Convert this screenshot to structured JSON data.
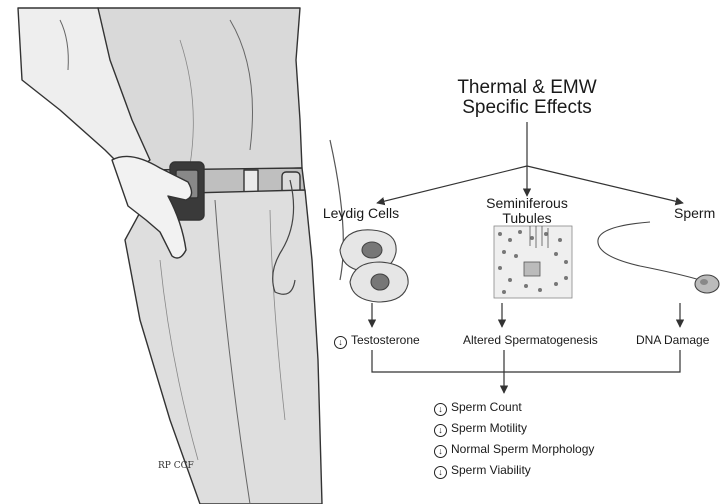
{
  "title": {
    "line1": "Thermal & EMW",
    "line2": "Specific Effects"
  },
  "targets": [
    {
      "line1": "Leydig Cells",
      "line2": ""
    },
    {
      "line1": "Seminiferous",
      "line2": "Tubules"
    },
    {
      "line1": "Sperm",
      "line2": ""
    }
  ],
  "effects": [
    {
      "symbol": "↓",
      "text": "Testosterone"
    },
    {
      "symbol": "",
      "text": "Altered Spermatogenesis"
    },
    {
      "symbol": "",
      "text": "DNA Damage"
    }
  ],
  "outcomes": [
    {
      "symbol": "↓",
      "text": "Sperm Count"
    },
    {
      "symbol": "↓",
      "text": "Sperm Motility"
    },
    {
      "symbol": "↓",
      "text": "Normal Sperm Morphology"
    },
    {
      "symbol": "↓",
      "text": "Sperm Viability"
    }
  ],
  "illustration": {
    "subject": "man with cell phone in holster on belt",
    "artist_signature": "RP CCF"
  },
  "colors": {
    "line": "#333333",
    "skin": "#eeeeee",
    "cloth": "#d8d8d8",
    "cell_fill": "#e6e6e6",
    "nucleus": "#777777"
  }
}
